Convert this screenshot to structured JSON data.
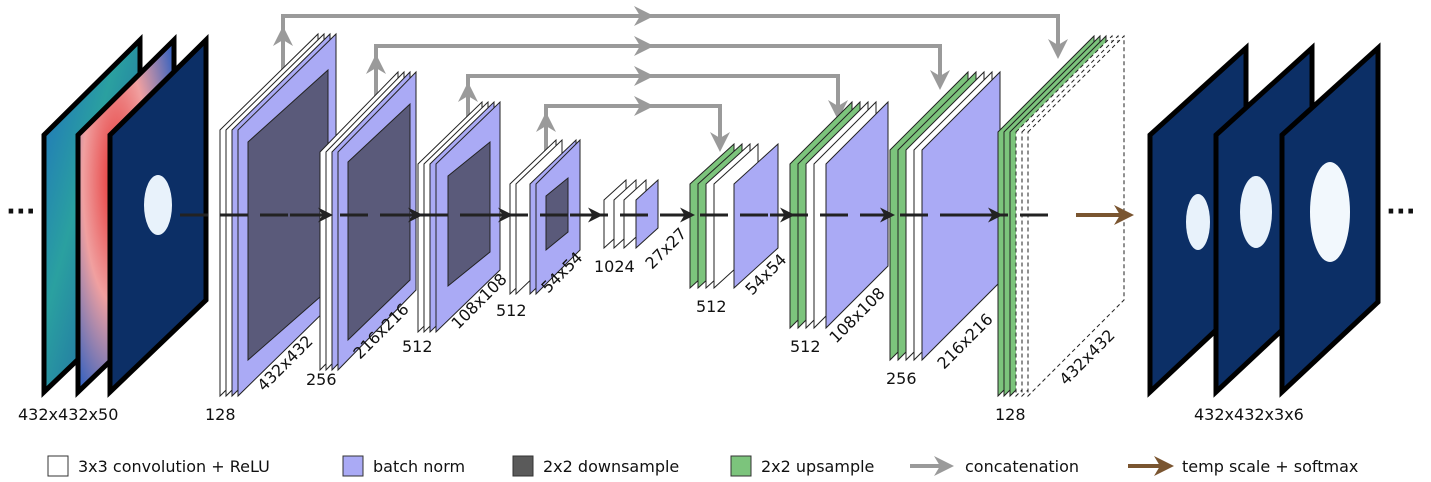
{
  "diagram": {
    "input_label": "432x432x50",
    "output_label": "432x432x3x6",
    "ellipsis_left": "···",
    "ellipsis_right": "···",
    "encoder": [
      {
        "channels": "128",
        "size": "432x432"
      },
      {
        "channels": "256",
        "size": "216x216"
      },
      {
        "channels": "512",
        "size": "108x108"
      },
      {
        "channels": "512",
        "size": "54x54"
      }
    ],
    "bottleneck": {
      "channels": "1024",
      "size": "27x27"
    },
    "decoder": [
      {
        "channels": "512",
        "size": "54x54"
      },
      {
        "channels": "512",
        "size": "108x108"
      },
      {
        "channels": "256",
        "size": "216x216"
      },
      {
        "channels": "128",
        "size": "432x432"
      }
    ]
  },
  "legend": [
    {
      "label": "3x3 convolution + ReLU",
      "color": "#ffffff",
      "kind": "box"
    },
    {
      "label": "batch norm",
      "color": "#aaaaf5",
      "kind": "box"
    },
    {
      "label": "2x2 downsample",
      "color": "#5a5a5a",
      "kind": "box"
    },
    {
      "label": "2x2 upsample",
      "color": "#7cc47c",
      "kind": "box"
    },
    {
      "label": "concatenation",
      "color": "#999999",
      "kind": "arrow"
    },
    {
      "label": "temp scale + softmax",
      "color": "#7a5530",
      "kind": "arrow"
    }
  ]
}
